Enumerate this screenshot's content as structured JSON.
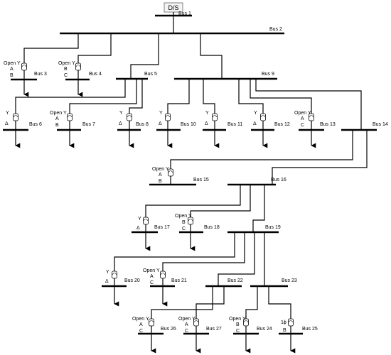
{
  "source": {
    "label": "D/S"
  },
  "buses": {
    "b1": "Bus 1",
    "b2": "Bus 2",
    "b3": "Bus 3",
    "b4": "Bus 4",
    "b5": "Bus 5",
    "b6": "Bus 6",
    "b7": "Bus 7",
    "b8": "Bus 8",
    "b9": "Bus 9",
    "b10": "Bus 10",
    "b11": "Bus 11",
    "b12": "Bus 12",
    "b13": "Bus 13",
    "b14": "Bus 14",
    "b15": "Bus 15",
    "b16": "Bus 16",
    "b17": "Bus 17",
    "b18": "Bus 18",
    "b19": "Bus 19",
    "b20": "Bus 20",
    "b21": "Bus 21",
    "b22": "Bus 22",
    "b23": "Bus 23",
    "b24": "Bus 24",
    "b25": "Bus 25",
    "b26": "Bus 26",
    "b27": "Bus 27"
  },
  "transformers": {
    "t3": {
      "conn": "Open Y",
      "p1": "A",
      "p2": "B"
    },
    "t4": {
      "conn": "Open Y",
      "p1": "B",
      "p2": "C"
    },
    "t6": {
      "conn": "Y",
      "p2": "Δ"
    },
    "t7": {
      "conn": "Open Y",
      "p1": "A",
      "p2": "B"
    },
    "t8": {
      "conn": "Y",
      "p2": "Δ"
    },
    "t10": {
      "conn": "Y",
      "p2": "Δ"
    },
    "t11": {
      "conn": "Y",
      "p2": "Δ"
    },
    "t12": {
      "conn": "Y",
      "p2": "Δ"
    },
    "t13": {
      "conn": "Open Y",
      "p1": "A",
      "p2": "C"
    },
    "t15": {
      "conn": "Open Y",
      "p1": "A",
      "p2": "B"
    },
    "t17": {
      "conn": "Y",
      "p2": "Δ"
    },
    "t18": {
      "conn": "Open Y",
      "p1": "B",
      "p2": "C"
    },
    "t20": {
      "conn": "Y",
      "p2": "Δ"
    },
    "t21": {
      "conn": "Open Y",
      "p1": "A",
      "p2": "C"
    },
    "t26": {
      "conn": "Open Y",
      "p1": "A",
      "p2": "C"
    },
    "t27": {
      "conn": "Open Y",
      "p1": "A",
      "p2": "C"
    },
    "t24": {
      "conn": "Open Y",
      "p1": "B",
      "p2": "C"
    },
    "t25": {
      "conn": "1ϕ",
      "p2": "B"
    }
  }
}
